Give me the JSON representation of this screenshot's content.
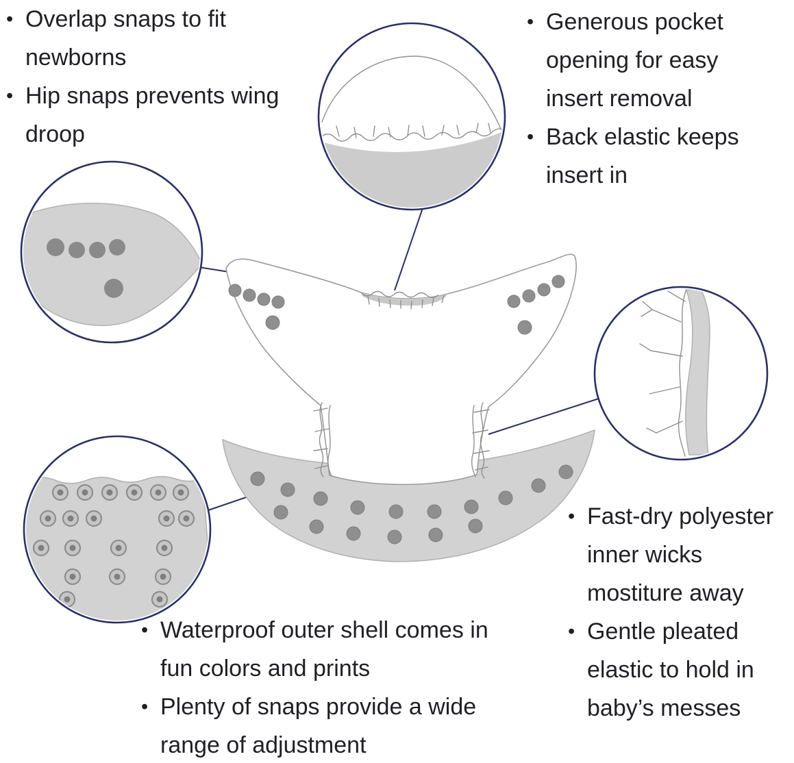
{
  "bullet": "•",
  "colors": {
    "text_color": "#1f2026",
    "accent_navy": "#27306b",
    "outline_gray": "#9b9b9b",
    "fill_gray": "#d2d2d2",
    "snap_gray": "#8f8f8f",
    "background": "#ffffff"
  },
  "annotations": {
    "top_left": {
      "items": [
        {
          "text": "Overlap snaps to fit newborns",
          "lines": [
            "Overlap snaps to fit",
            "newborns"
          ]
        },
        {
          "text": "Hip snaps prevents wing droop",
          "lines": [
            "Hip snaps prevents wing",
            "droop"
          ]
        }
      ]
    },
    "top_right": {
      "items": [
        {
          "text": "Generous pocket opening for easy insert removal",
          "lines": [
            "Generous pocket",
            "opening for easy",
            "insert removal"
          ]
        },
        {
          "text": "Back elastic keeps insert in",
          "lines": [
            "Back elastic keeps",
            "insert in"
          ]
        }
      ]
    },
    "right": {
      "items": [
        {
          "text": "Fast-dry polyester inner wicks mostiture away",
          "lines": [
            "Fast-dry polyester",
            "inner wicks",
            "mostiture away"
          ]
        },
        {
          "text": "Gentle pleated elastic to hold in baby’s messes",
          "lines": [
            "Gentle pleated",
            "elastic to hold in",
            "baby’s messes"
          ]
        }
      ]
    },
    "bottom": {
      "items": [
        {
          "text": "Waterproof outer shell comes in fun colors and prints",
          "lines": [
            "Waterproof outer shell comes in",
            "fun colors and prints"
          ]
        },
        {
          "text": "Plenty of snaps provide a wide range of adjustment",
          "lines": [
            "Plenty of snaps provide a wide",
            "range of adjustment"
          ]
        }
      ]
    }
  },
  "callouts": [
    {
      "name": "pocket-opening-detail"
    },
    {
      "name": "wing-snaps-detail"
    },
    {
      "name": "pleated-elastic-detail"
    },
    {
      "name": "front-panel-snaps-detail"
    }
  ]
}
